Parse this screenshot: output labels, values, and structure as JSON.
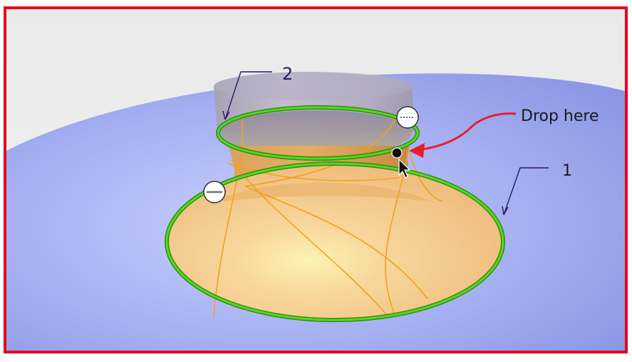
{
  "annotations": {
    "callout_1": "1",
    "callout_2": "2",
    "drop_hint": "Drop here"
  },
  "colors": {
    "frame": "#e8001c",
    "background": "#ededed",
    "base_surface": "#a3aef0",
    "loft_surface": "#f7c98a",
    "profile_outline": "#4fc81e",
    "guide_curves": "#f0a21a",
    "callout": "#2a1a66",
    "drop_arrow": "#e61e2d"
  },
  "icons": {
    "handle_top": "minus-circle-icon",
    "handle_left": "minus-circle-icon",
    "cursor": "arrow-cursor-icon",
    "drop_target": "connection-point-icon"
  }
}
